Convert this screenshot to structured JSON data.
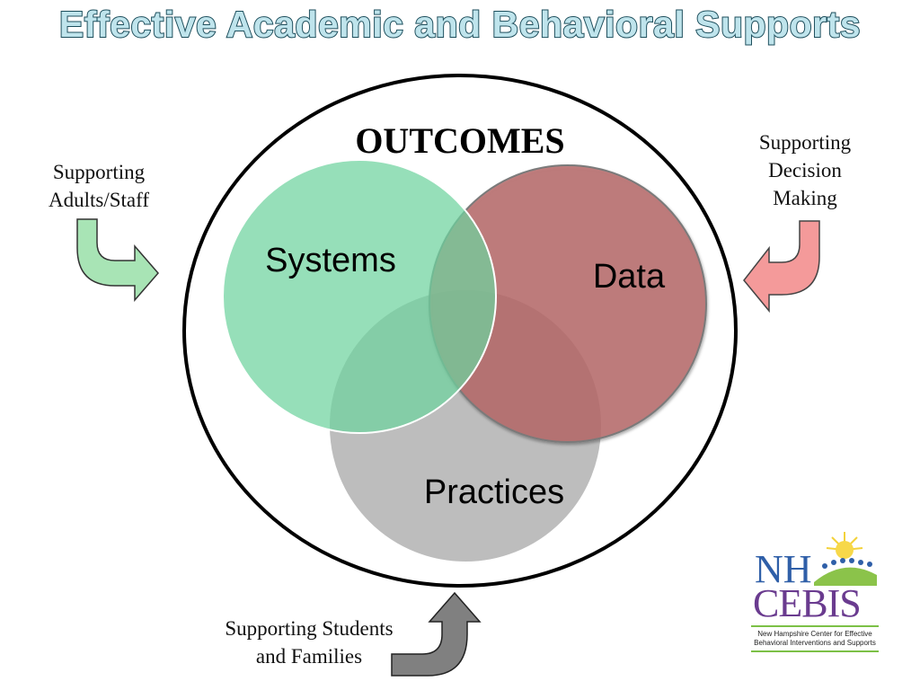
{
  "title": "Effective Academic and Behavioral Supports",
  "outer_label": "OUTCOMES",
  "circles": [
    {
      "id": "systems",
      "label": "Systems",
      "color": "#6dd39e"
    },
    {
      "id": "data",
      "label": "Data",
      "color": "#b86a6a"
    },
    {
      "id": "practices",
      "label": "Practices",
      "color": "#b9b9b9"
    }
  ],
  "supports": {
    "adults": [
      "Supporting",
      "Adults/Staff"
    ],
    "decision": [
      "Supporting",
      "Decision",
      "Making"
    ],
    "students": [
      "Supporting Students",
      "and Families"
    ]
  },
  "arrow_colors": {
    "adults": "#a8e4b5",
    "decision": "#f49a9a",
    "students": "#808080"
  },
  "logo": {
    "line1": "NH",
    "line2": "CEBIS",
    "caption": [
      "New Hampshire Center for Effective",
      "Behavioral Interventions and Supports"
    ]
  }
}
